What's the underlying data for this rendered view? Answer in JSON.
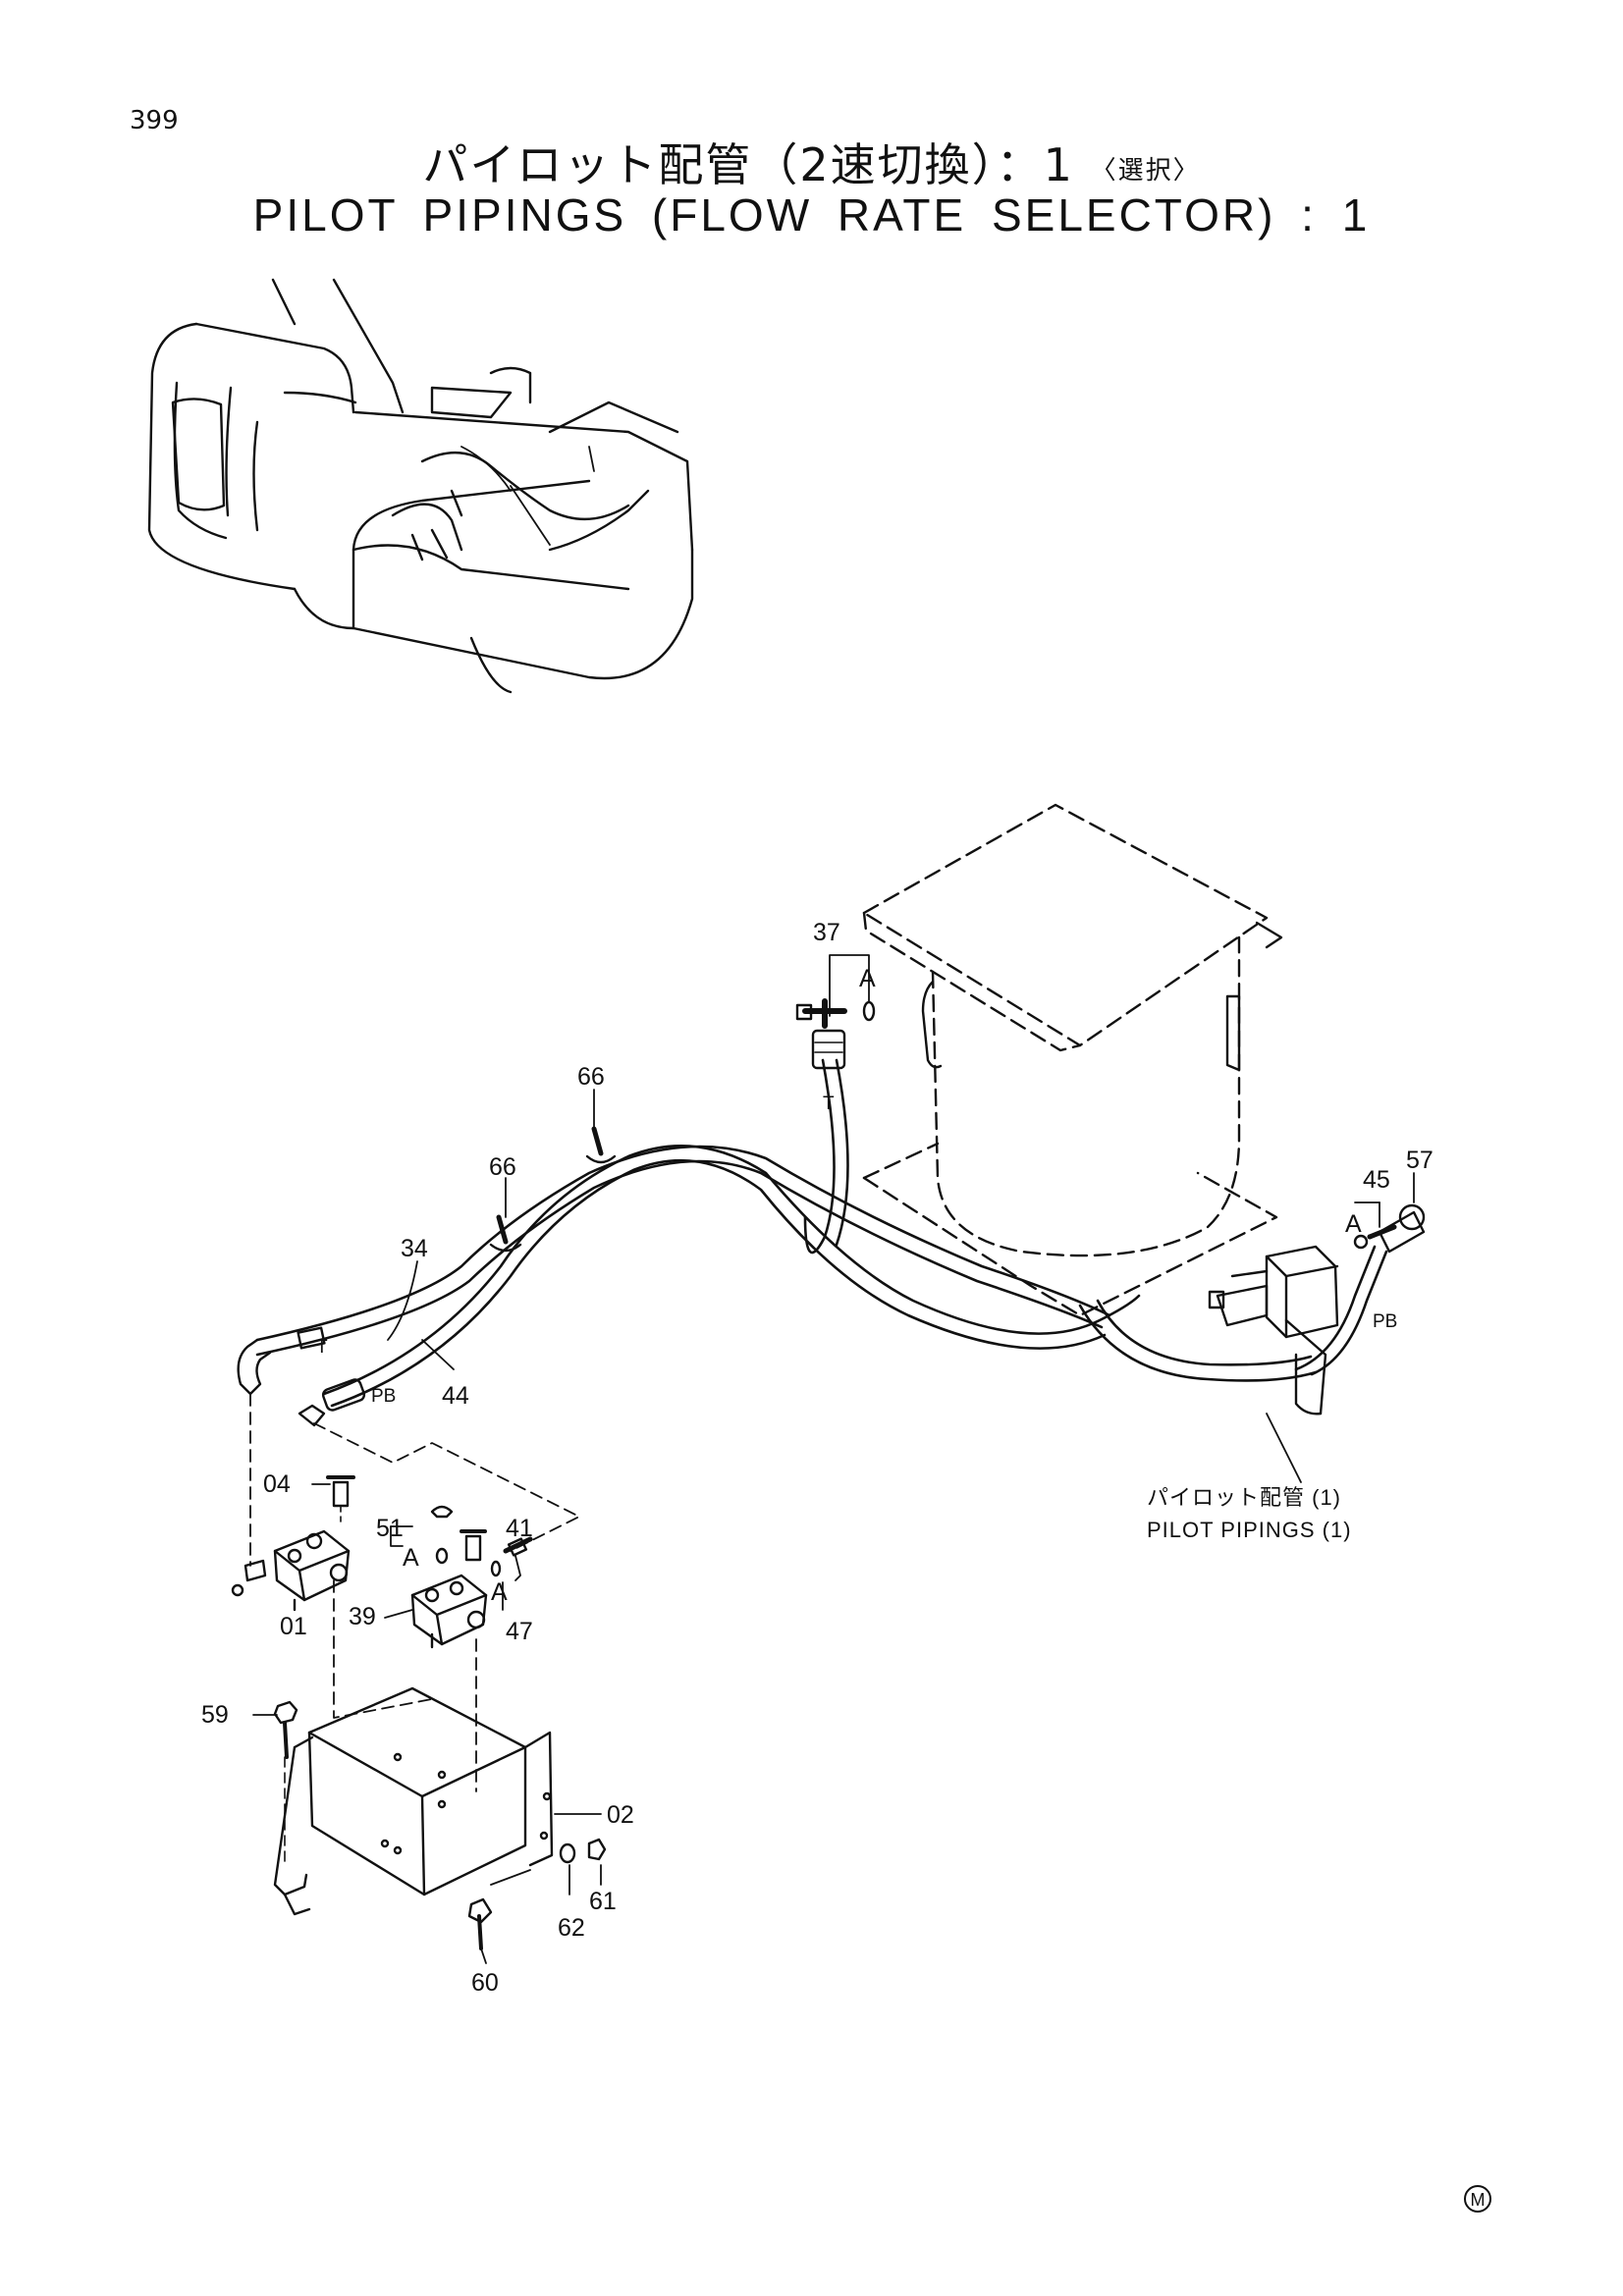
{
  "page_number": "399",
  "title_ja": "パイロット配管（2速切換）：1",
  "title_ja_selection": "〈選択〉",
  "title_en": "PILOT PIPINGS (FLOW RATE SELECTOR) : 1",
  "reference_note": {
    "ja": "パイロット配管 (1)",
    "en": "PILOT PIPINGS (1)"
  },
  "symbols": {
    "port_t": "T",
    "port_pb": "PB",
    "detail_a": "A",
    "mark": "M"
  },
  "part_callouts": [
    "37",
    "66",
    "66",
    "34",
    "44",
    "45",
    "57",
    "04",
    "51",
    "41",
    "01",
    "39",
    "47",
    "59",
    "02",
    "61",
    "62",
    "60"
  ]
}
